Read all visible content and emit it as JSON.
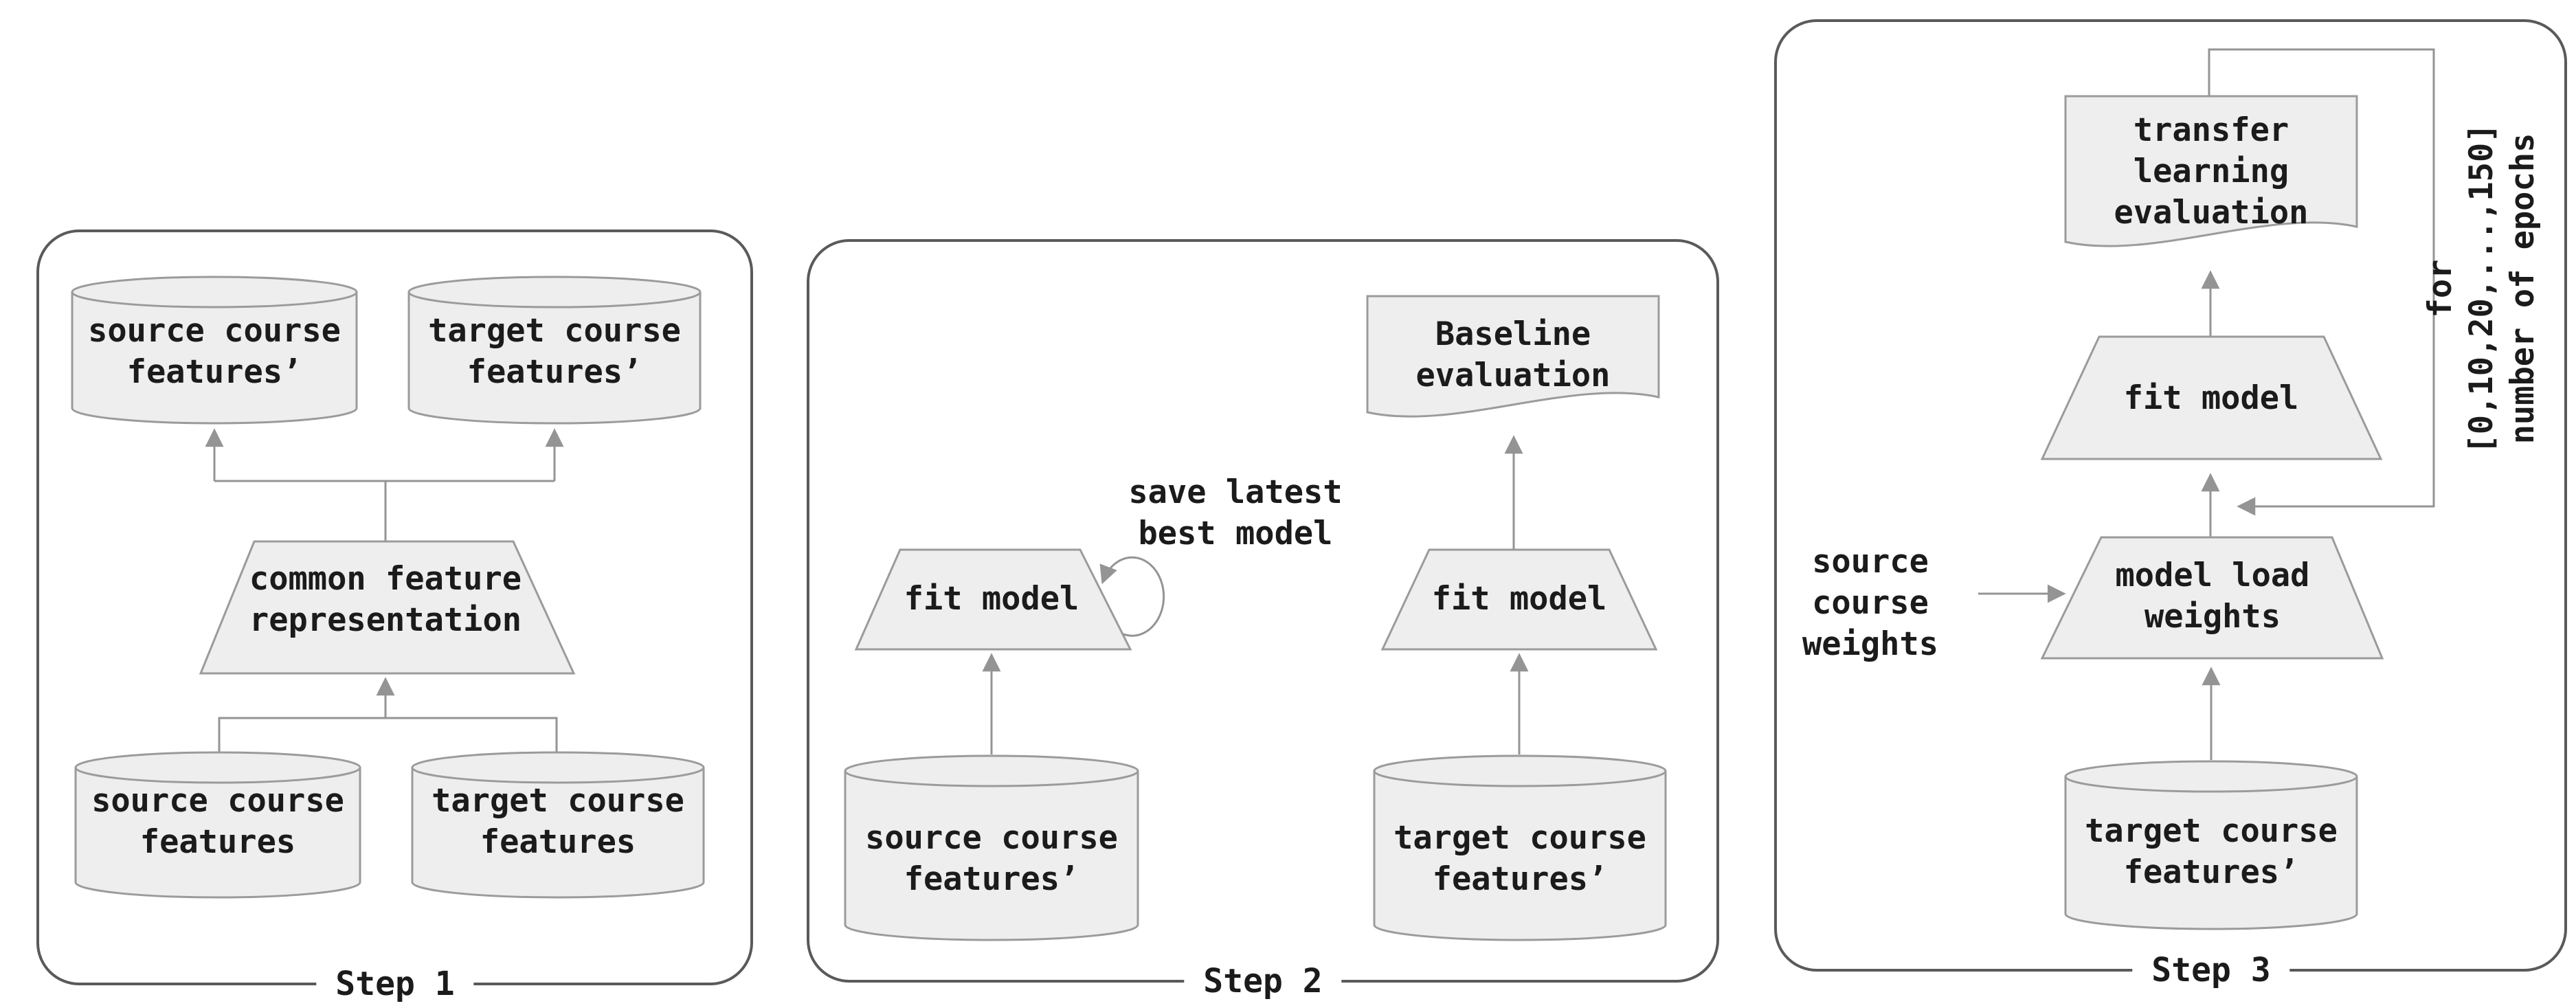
{
  "colors": {
    "shape_fill": "#eeeeee",
    "shape_stroke": "#9b9b9b",
    "panel_stroke": "#5a5a5a",
    "connector": "#949494",
    "text": "#1b1b1b",
    "background": "#ffffff"
  },
  "panels": [
    {
      "label": "Step 1",
      "top_left_cylinder": "source course\nfeatures’",
      "top_right_cylinder": "target course\nfeatures’",
      "trapezoid": "common feature\nrepresentation",
      "bottom_left_cylinder": "source course\nfeatures",
      "bottom_right_cylinder": "target course\nfeatures"
    },
    {
      "label": "Step 2",
      "left_trapezoid": "fit model",
      "self_loop_note": "save latest\nbest model",
      "right_trapezoid": "fit model",
      "document": "Baseline\nevaluation",
      "left_cylinder": "source course\nfeatures’",
      "right_cylinder": "target course\nfeatures’"
    },
    {
      "label": "Step 3",
      "document": "transfer\nlearning\nevaluation",
      "fit_trapezoid": "fit model",
      "load_trapezoid": "model load\nweights",
      "weights_note": "source\ncourse\nweights",
      "cylinder": "target course\nfeatures’",
      "loop_note": "for [0,10,20,...,150]\nnumber of epochs"
    }
  ]
}
